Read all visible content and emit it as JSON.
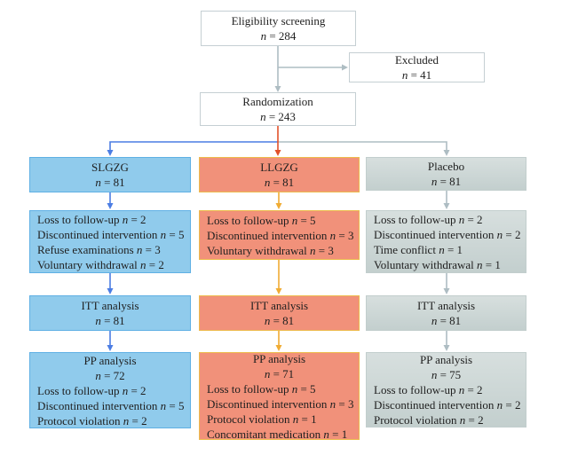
{
  "sym": {
    "n": "n"
  },
  "colors": {
    "text": "#1f1f1f",
    "plain_border": "#c5cfd3",
    "blue_fill": "#90cbec",
    "blue_border": "#5fb0e4",
    "blue_line": "#4c7de3",
    "salmon_fill": "#f1917a",
    "salmon_border": "#edbb4c",
    "gold_line": "#f0ac33",
    "red_line": "#e2512a",
    "gray_top": "#d7dfde",
    "gray_bottom": "#c3cfce",
    "gray_border": "#c2cecd",
    "gray_line": "#aebdc3"
  },
  "flow": {
    "eligibility": {
      "title": "Eligibility screening",
      "value": "= 284"
    },
    "excluded": {
      "title": "Excluded",
      "value": "= 41"
    },
    "randomization": {
      "title": "Randomization",
      "value": "= 243"
    },
    "columns": [
      {
        "name": "SLGZG",
        "group": {
          "title": "SLGZG",
          "value": "= 81"
        },
        "dropout": [
          {
            "label": "Loss to follow-up",
            "value": "= 2"
          },
          {
            "label": "Discontinued intervention",
            "value": "= 5"
          },
          {
            "label": "Refuse examinations",
            "value": "= 3"
          },
          {
            "label": "Voluntary withdrawal",
            "value": "= 2"
          }
        ],
        "itt": {
          "title": "ITT analysis",
          "value": "= 81"
        },
        "pp": {
          "title": "PP analysis",
          "value": "= 72",
          "items": [
            {
              "label": "Loss to follow-up",
              "value": "= 2"
            },
            {
              "label": "Discontinued intervention",
              "value": "= 5"
            },
            {
              "label": "Protocol violation",
              "value": "= 2"
            }
          ]
        }
      },
      {
        "name": "LLGZG",
        "group": {
          "title": "LLGZG",
          "value": "= 81"
        },
        "dropout": [
          {
            "label": "Loss to follow-up",
            "value": "= 5"
          },
          {
            "label": "Discontinued intervention",
            "value": "= 3"
          },
          {
            "label": "Voluntary withdrawal",
            "value": "= 3"
          }
        ],
        "itt": {
          "title": "ITT analysis",
          "value": "= 81"
        },
        "pp": {
          "title": "PP analysis",
          "value": "= 71",
          "items": [
            {
              "label": "Loss to follow-up",
              "value": "= 5"
            },
            {
              "label": "Discontinued intervention",
              "value": "= 3"
            },
            {
              "label": "Protocol violation",
              "value": "= 1"
            },
            {
              "label": "Concomitant medication",
              "value": "= 1"
            }
          ]
        }
      },
      {
        "name": "Placebo",
        "group": {
          "title": "Placebo",
          "value": "= 81"
        },
        "dropout": [
          {
            "label": "Loss to follow-up",
            "value": "= 2"
          },
          {
            "label": "Discontinued intervention",
            "value": "= 2"
          },
          {
            "label": "Time conflict",
            "value": "= 1"
          },
          {
            "label": "Voluntary withdrawal",
            "value": "= 1"
          }
        ],
        "itt": {
          "title": "ITT analysis",
          "value": "= 81"
        },
        "pp": {
          "title": "PP analysis",
          "value": "= 75",
          "items": [
            {
              "label": "Loss to follow-up",
              "value": "= 2"
            },
            {
              "label": "Discontinued intervention",
              "value": "= 2"
            },
            {
              "label": "Protocol violation",
              "value": "= 2"
            }
          ]
        }
      }
    ]
  }
}
